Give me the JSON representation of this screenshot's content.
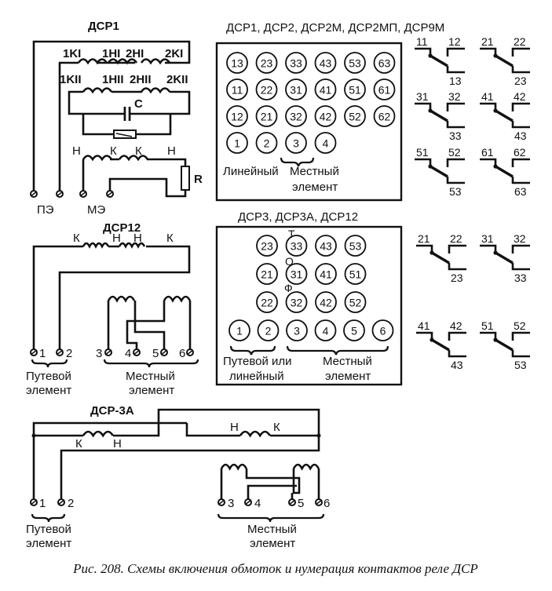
{
  "caption": "Рис. 208. Схемы включения обмоток и нумерация контактов реле ДСР",
  "dsr1": {
    "title": "ДСР1",
    "coil1_labels": [
      "1KI",
      "1HI",
      "2HI",
      "2KI"
    ],
    "coil2_labels": [
      "1KII",
      "1HII",
      "2HII",
      "2KII"
    ],
    "capacitor": "C",
    "local_labels": [
      "Н",
      "К",
      "К",
      "Н"
    ],
    "resistor": "R",
    "terminal_pe": "ПЭ",
    "terminal_me": "МЭ"
  },
  "dsr12": {
    "title": "ДСР12",
    "coil_labels": [
      "К",
      "Н",
      "Н",
      "К"
    ],
    "terminals": [
      "1",
      "2",
      "3",
      "4",
      "5",
      "6"
    ],
    "track_label_1": "Путевой",
    "track_label_2": "элемент",
    "local_label_1": "Местный",
    "local_label_2": "элемент"
  },
  "dsr3a": {
    "title": "ДСР-3А",
    "coil1_labels": [
      "К",
      "Н"
    ],
    "coil2_labels": [
      "Н",
      "К"
    ],
    "terminals": [
      "1",
      "2",
      "3",
      "4",
      "5",
      "6"
    ],
    "track_label_1": "Путевой",
    "track_label_2": "элемент",
    "local_label_1": "Местный",
    "local_label_2": "элемент"
  },
  "panel1": {
    "title": "ДСР1, ДСР2, ДСР2М, ДСР2МП, ДСР9М",
    "rows": [
      [
        "13",
        "23",
        "33",
        "43",
        "53",
        "63"
      ],
      [
        "11",
        "22",
        "31",
        "41",
        "51",
        "61"
      ],
      [
        "12",
        "21",
        "32",
        "42",
        "52",
        "62"
      ],
      [
        "1",
        "2",
        "3",
        "4"
      ]
    ],
    "label_linear": "Линейный",
    "label_local": "Местный",
    "label_element": "элемент"
  },
  "panel2": {
    "title": "ДСР3, ДСР3А, ДСР12",
    "rows": [
      [
        "23",
        "33",
        "43",
        "53"
      ],
      [
        "21",
        "31",
        "41",
        "51"
      ],
      [
        "22",
        "32",
        "42",
        "52"
      ],
      [
        "1",
        "2",
        "3",
        "4",
        "5",
        "6"
      ]
    ],
    "marks": [
      "Т",
      "О",
      "Ф"
    ],
    "label_track_1": "Путевой или",
    "label_track_2": "линейный",
    "label_local_1": "Местный",
    "label_local_2": "элемент"
  },
  "contacts1": [
    {
      "common": "11",
      "nc": "12",
      "no": "13"
    },
    {
      "common": "21",
      "nc": "22",
      "no": "23"
    },
    {
      "common": "31",
      "nc": "32",
      "no": "33"
    },
    {
      "common": "41",
      "nc": "42",
      "no": "43"
    },
    {
      "common": "51",
      "nc": "52",
      "no": "53"
    },
    {
      "common": "61",
      "nc": "62",
      "no": "63"
    }
  ],
  "contacts2": [
    {
      "common": "21",
      "nc": "22",
      "no": "23"
    },
    {
      "common": "31",
      "nc": "32",
      "no": "33"
    },
    {
      "common": "41",
      "nc": "42",
      "no": "43"
    },
    {
      "common": "51",
      "nc": "52",
      "no": "53"
    }
  ]
}
